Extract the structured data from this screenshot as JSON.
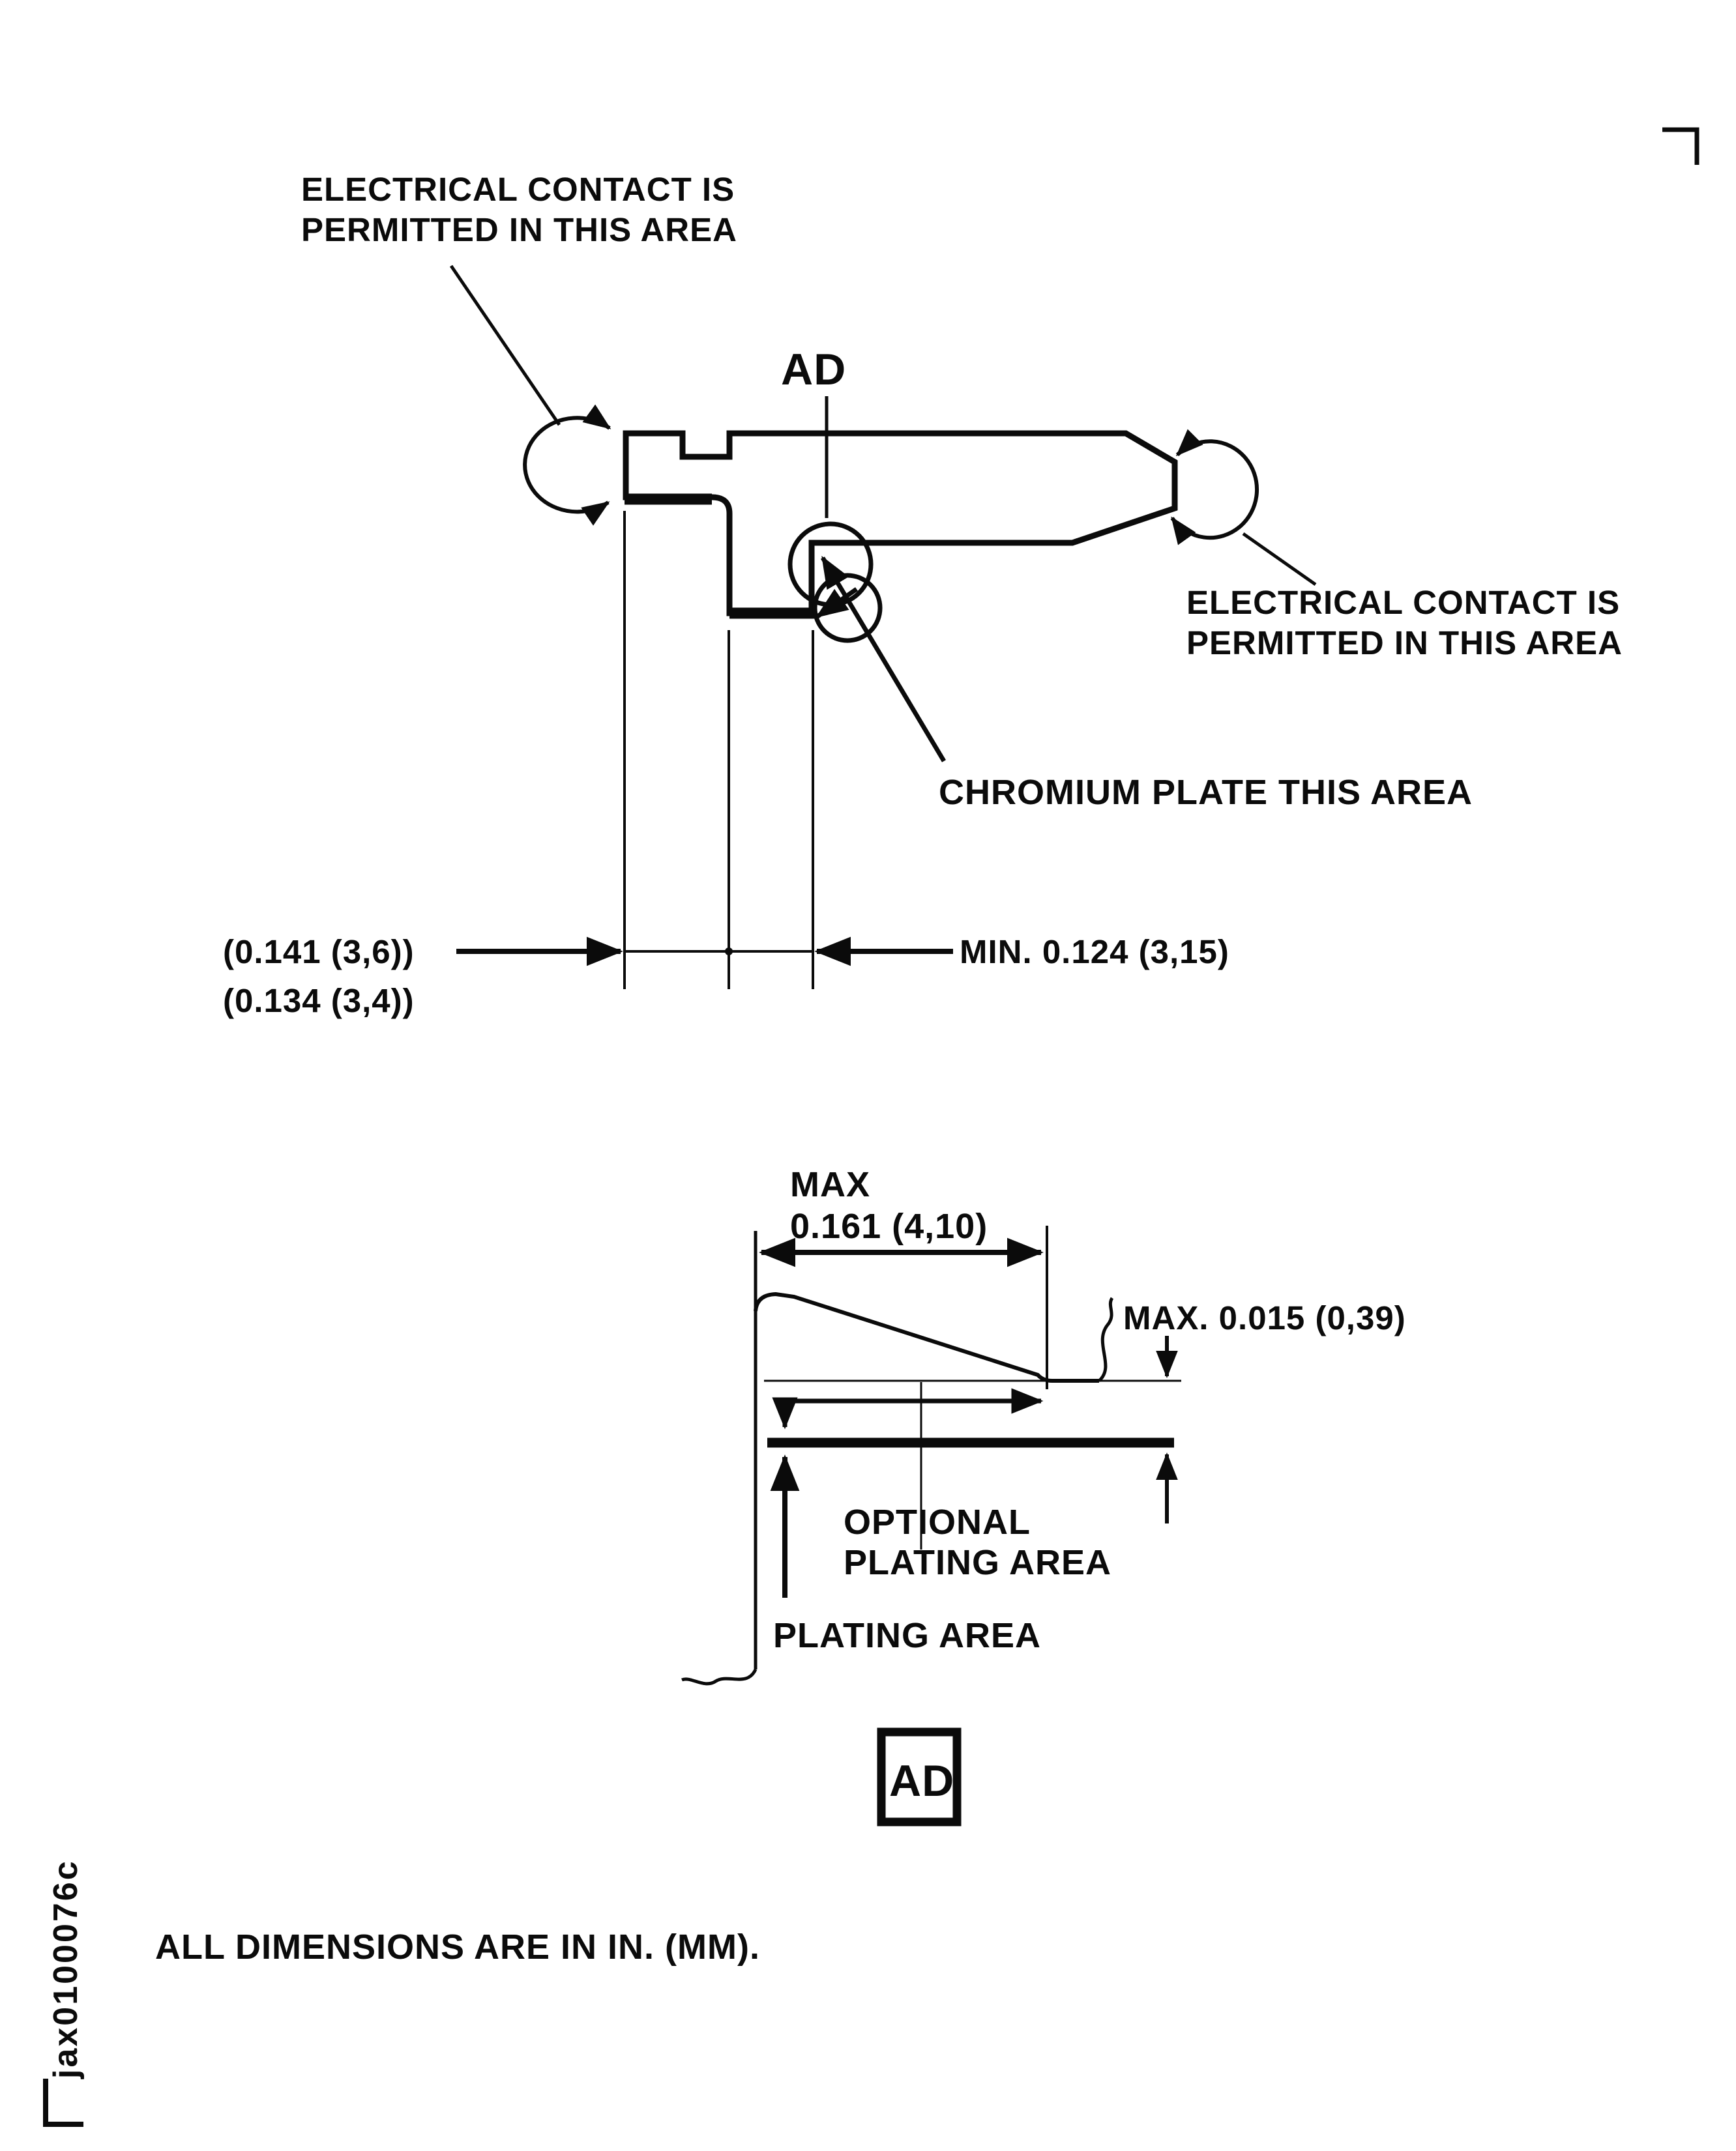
{
  "figure1": {
    "left_contact_label": {
      "line1": "ELECTRICAL CONTACT IS",
      "line2": "PERMITTED IN THIS AREA"
    },
    "right_contact_label": {
      "line1": "ELECTRICAL CONTACT IS",
      "line2": "PERMITTED IN THIS AREA"
    },
    "datum_label": "AD",
    "chromium_label": "CHROMIUM PLATE THIS AREA",
    "dim_left_upper": "(0.141 (3,6))",
    "dim_left_lower": "(0.134 (3,4))",
    "dim_right": "MIN. 0.124 (3,15)"
  },
  "figure2": {
    "width_dim_line1": "MAX",
    "width_dim_line2": "0.161 (4,10)",
    "height_dim": "MAX. 0.015 (0,39)",
    "optional_label_line1": "OPTIONAL",
    "optional_label_line2": "PLATING AREA",
    "plating_label": "PLATING AREA"
  },
  "datum_flag": {
    "label": "AD"
  },
  "footer": {
    "note": "ALL DIMENSIONS ARE IN IN. (MM).",
    "doc_code": "jax0100076c"
  }
}
